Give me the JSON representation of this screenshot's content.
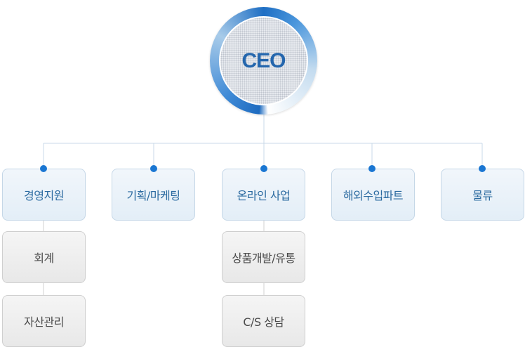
{
  "ceo": {
    "label": "CEO"
  },
  "departments": [
    {
      "label": "경영지원",
      "children": [
        "회계",
        "자산관리"
      ]
    },
    {
      "label": "기획/마케팅",
      "children": []
    },
    {
      "label": "온라인 사업",
      "children": [
        "상품개발/유통",
        "C/S 상담"
      ]
    },
    {
      "label": "해외수입파트",
      "children": []
    },
    {
      "label": "물류",
      "children": []
    }
  ],
  "colors": {
    "connector": "#c9d9e8",
    "dot": "#1a76d2",
    "dept_text": "#2b6aa0",
    "sub_text": "#4a4a4a",
    "ceo_ring": "#1f6fc4"
  }
}
